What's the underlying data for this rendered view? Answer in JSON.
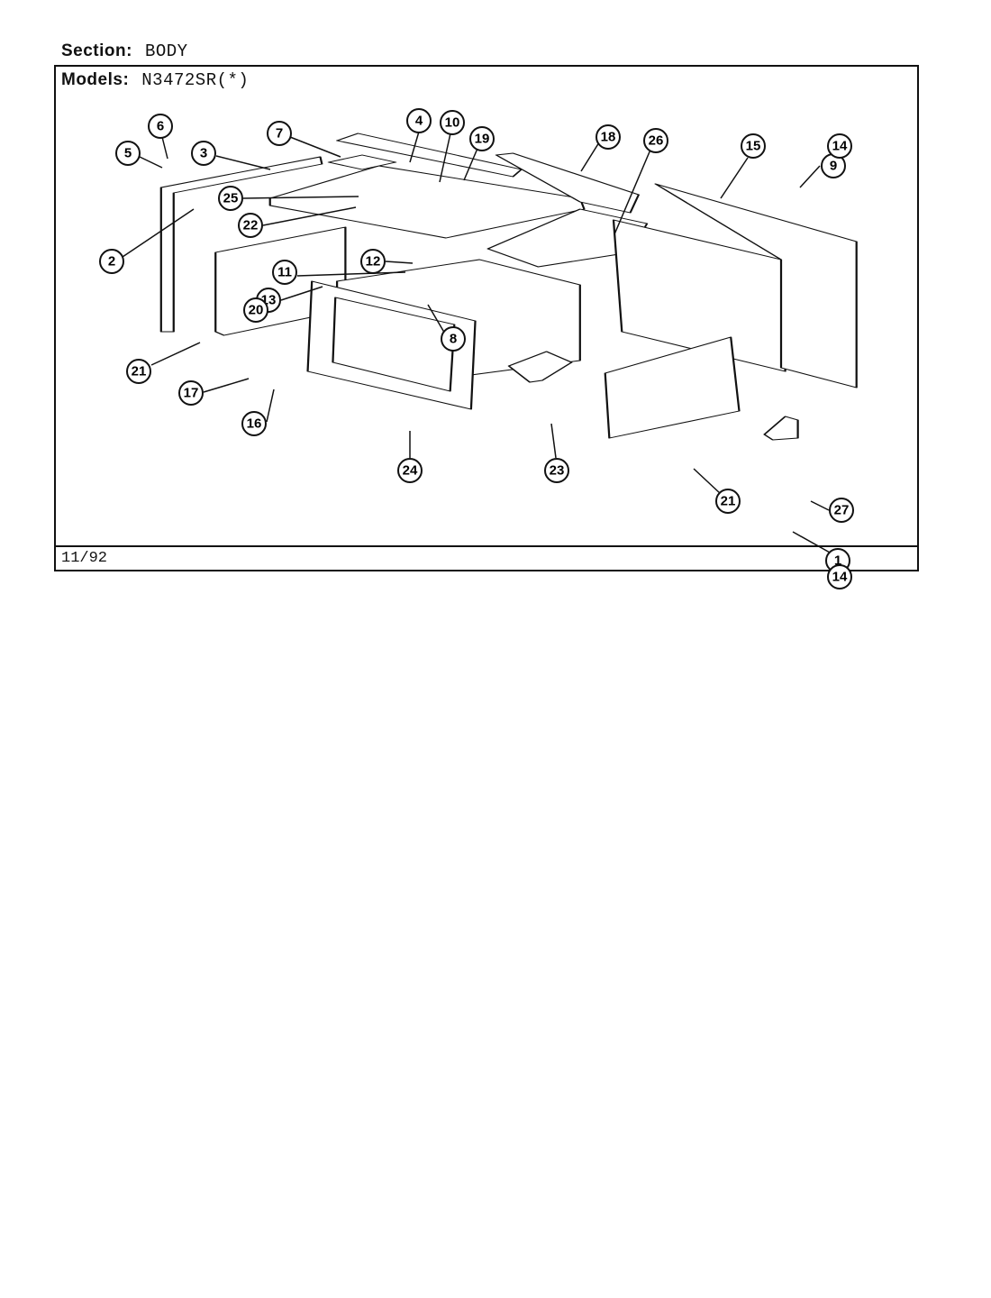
{
  "header": {
    "section_label": "Section:",
    "section_value": "BODY",
    "models_label": "Models:",
    "models_value": "N3472SR(*)"
  },
  "footer": {
    "date": "11/92"
  },
  "callouts": [
    "1",
    "2",
    "3",
    "4",
    "5",
    "6",
    "7",
    "8",
    "9",
    "10",
    "11",
    "12",
    "13",
    "14",
    "14",
    "15",
    "16",
    "17",
    "18",
    "19",
    "20",
    "21",
    "21",
    "22",
    "23",
    "24",
    "25",
    "26",
    "27"
  ]
}
